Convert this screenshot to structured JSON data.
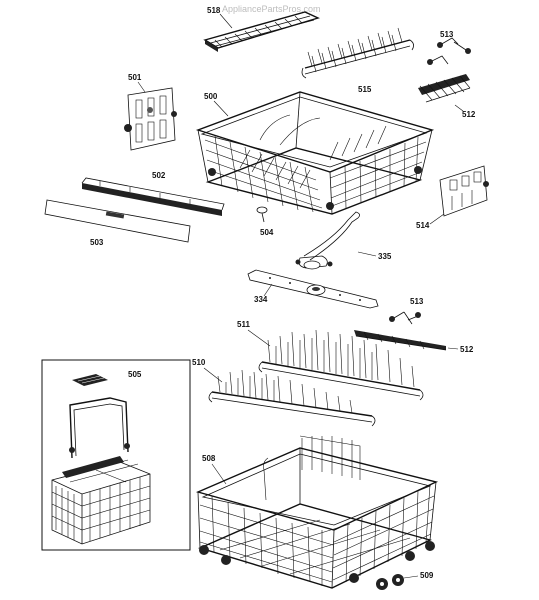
{
  "watermark": "AppliancePartsPros.com",
  "parts": {
    "p518": "518",
    "p513a": "513",
    "p515": "515",
    "p512a": "512",
    "p501": "501",
    "p500": "500",
    "p502": "502",
    "p503": "503",
    "p504": "504",
    "p514": "514",
    "p335": "335",
    "p334": "334",
    "p513b": "513",
    "p511": "511",
    "p512b": "512",
    "p510": "510",
    "p505": "505",
    "p508": "508",
    "p509": "509"
  }
}
